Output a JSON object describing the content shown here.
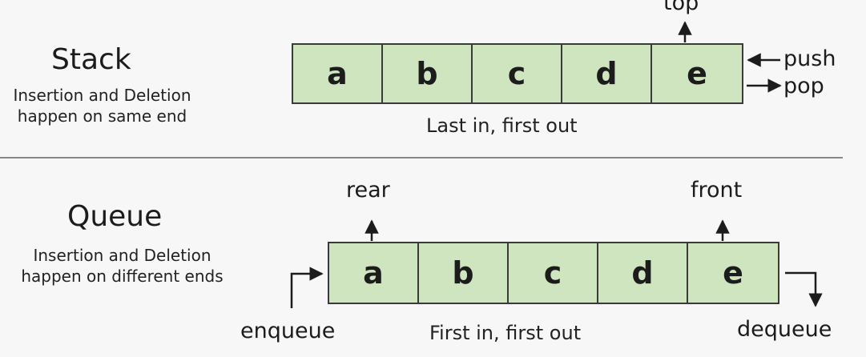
{
  "stack": {
    "title": "Stack",
    "description_line1": "Insertion and Deletion",
    "description_line2": "happen on same end",
    "cells": [
      "a",
      "b",
      "c",
      "d",
      "e"
    ],
    "top_label": "top",
    "push_label": "push",
    "pop_label": "pop",
    "caption": "Last in, first out"
  },
  "queue": {
    "title": "Queue",
    "description_line1": "Insertion and Deletion",
    "description_line2": "happen on different ends",
    "cells": [
      "a",
      "b",
      "c",
      "d",
      "e"
    ],
    "rear_label": "rear",
    "front_label": "front",
    "enqueue_label": "enqueue",
    "dequeue_label": "dequeue",
    "caption": "First in, first out"
  },
  "colors": {
    "cell_fill": "#cfe5bf",
    "border": "#3a3a3a",
    "background": "#f7f7f7"
  }
}
